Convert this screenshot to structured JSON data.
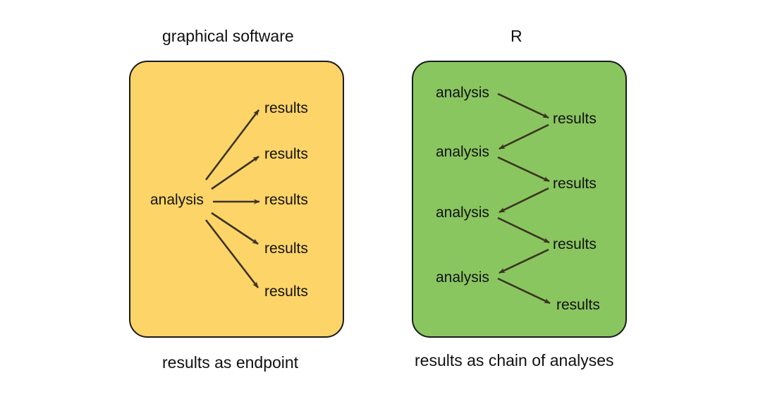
{
  "left_panel": {
    "title": "graphical software",
    "caption": "results as endpoint",
    "color": "#fdd468",
    "source_label": "analysis",
    "result_labels": [
      "results",
      "results",
      "results",
      "results",
      "results"
    ]
  },
  "right_panel": {
    "title": "R",
    "caption": "results as chain of analyses",
    "color": "#8ac660",
    "analysis_labels": [
      "analysis",
      "analysis",
      "analysis",
      "analysis"
    ],
    "result_labels": [
      "results",
      "results",
      "results",
      "results"
    ]
  },
  "arrow_color": "#3a3320"
}
